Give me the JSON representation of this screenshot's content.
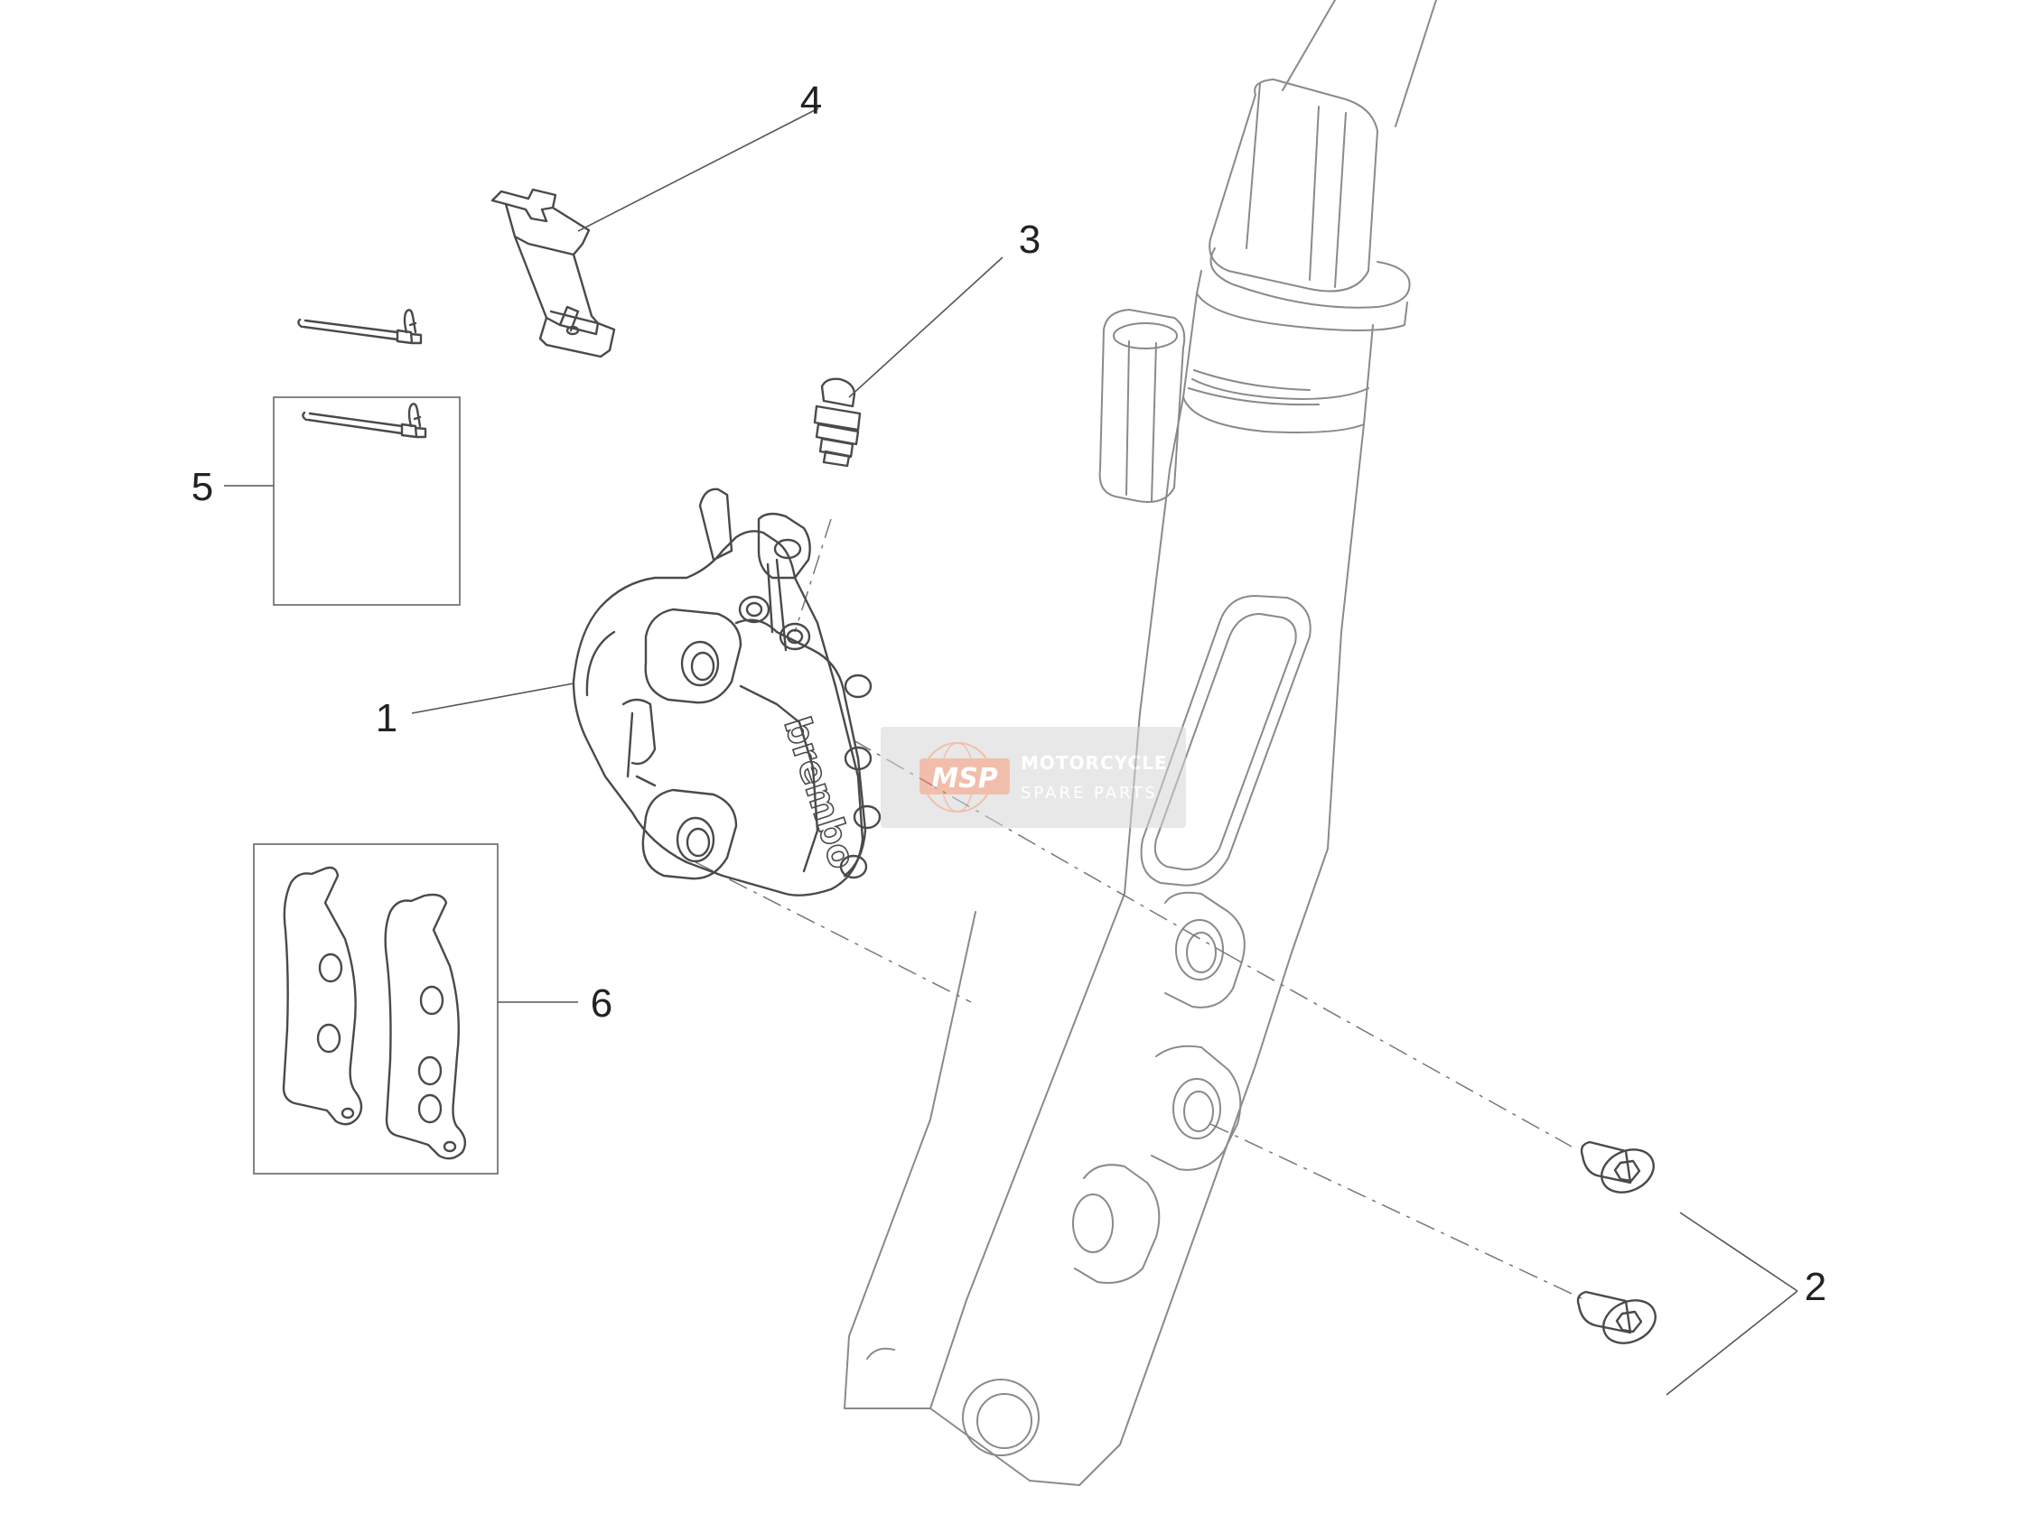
{
  "callouts": [
    {
      "id": "1",
      "label": "1"
    },
    {
      "id": "2",
      "label": "2"
    },
    {
      "id": "3",
      "label": "3"
    },
    {
      "id": "4",
      "label": "4"
    },
    {
      "id": "5",
      "label": "5"
    },
    {
      "id": "6",
      "label": "6"
    }
  ],
  "caliper_brand": "brembo",
  "watermark": {
    "logo": "MSP",
    "title": "MOTORCYCLE",
    "subtitle": "SPARE PARTS",
    "color": "#e8896a"
  }
}
